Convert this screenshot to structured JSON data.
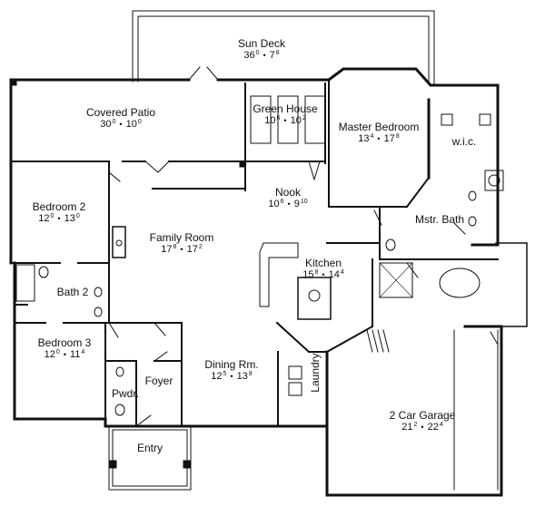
{
  "rooms": [
    {
      "name": "Sun Deck",
      "w": "36",
      "ws": "0",
      "d": "7",
      "ds": "8"
    },
    {
      "name": "Covered Patio",
      "w": "30",
      "ws": "0",
      "d": "10",
      "ds": "0"
    },
    {
      "name": "Green House",
      "w": "10",
      "ws": "6",
      "d": "10",
      "ds": "2"
    },
    {
      "name": "Master Bedroom",
      "w": "13",
      "ws": "4",
      "d": "17",
      "ds": "8"
    },
    {
      "name": "Bedroom 2",
      "w": "12",
      "ws": "0",
      "d": "13",
      "ds": "0"
    },
    {
      "name": "Nook",
      "w": "10",
      "ws": "6",
      "d": "9",
      "ds": "10"
    },
    {
      "name": "Family Room",
      "w": "17",
      "ws": "8",
      "d": "17",
      "ds": "2"
    },
    {
      "name": "Kitchen",
      "w": "15",
      "ws": "8",
      "d": "14",
      "ds": "4"
    },
    {
      "name": "Bedroom 3",
      "w": "12",
      "ws": "0",
      "d": "11",
      "ds": "4"
    },
    {
      "name": "Dining Rm.",
      "w": "12",
      "ws": "5",
      "d": "13",
      "ds": "8"
    },
    {
      "name": "2 Car Garage",
      "w": "21",
      "ws": "2",
      "d": "22",
      "ds": "4"
    }
  ],
  "labels": {
    "wic": "w.i.c.",
    "mstr_bath": "Mstr. Bath",
    "bath2": "Bath 2",
    "foyer": "Foyer",
    "pwdr": "Pwdr.",
    "entry": "Entry",
    "laundry": "Laundry"
  },
  "separator": "•"
}
